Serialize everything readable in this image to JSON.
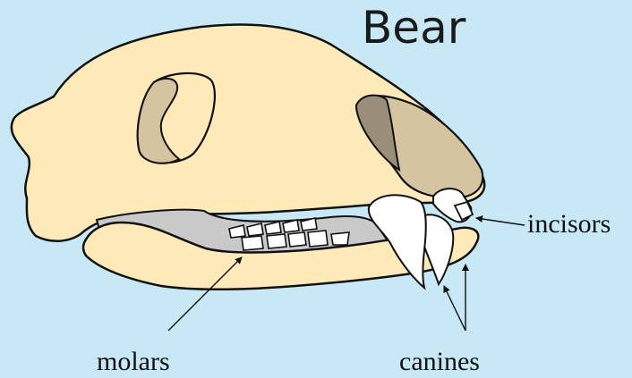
{
  "title": "Bear",
  "labels": {
    "incisors": "incisors",
    "molars": "molars",
    "canines": "canines"
  },
  "colors": {
    "background": "#c8e8f6",
    "bone": "#fdeab8",
    "cavity": "#d5c4a0",
    "nasal_dark": "#9a8e78",
    "gum": "#c9c9c9",
    "tooth": "#ffffff",
    "outline": "#111111"
  }
}
